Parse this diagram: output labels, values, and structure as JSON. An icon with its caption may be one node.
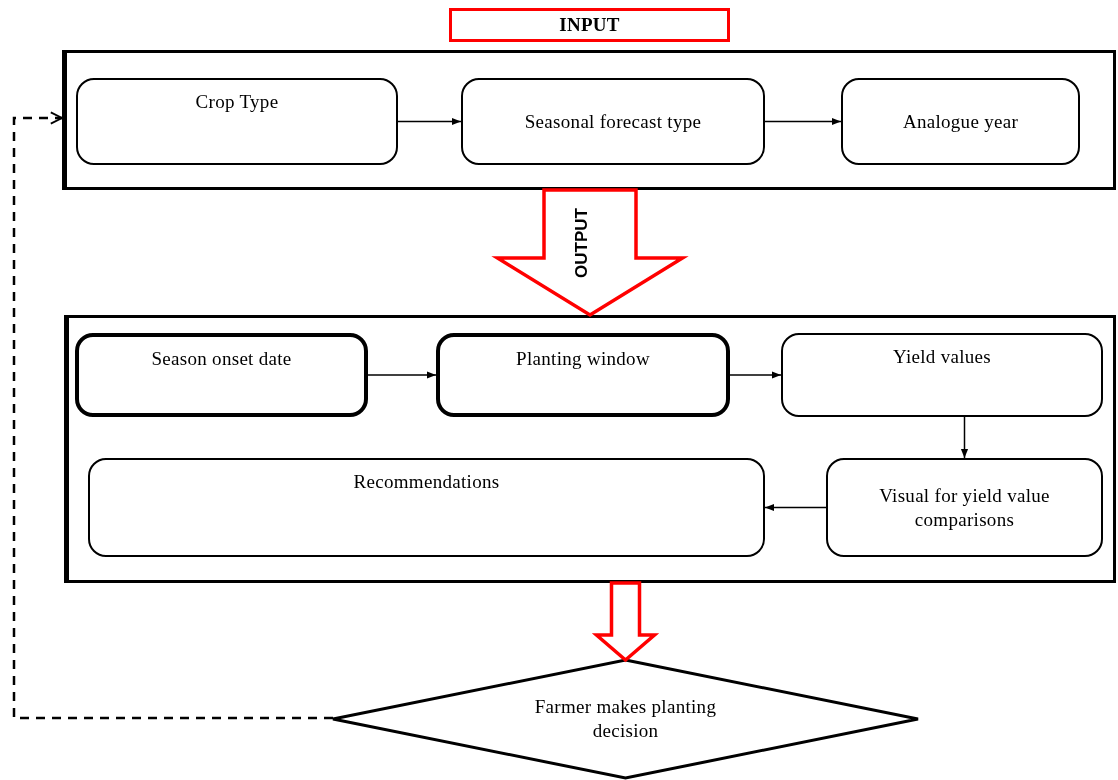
{
  "diagram": {
    "nodes": [
      {
        "text": [
          "INPUT"
        ]
      },
      {
        "text": [],
        "shape": "box"
      },
      {
        "text": [
          "Crop Type"
        ],
        "in": 1
      },
      {
        "text": [
          "Seasonal forecast type"
        ],
        "in": 1
      },
      {
        "text": [
          "Analogue year"
        ],
        "in": 1
      },
      {
        "text": [],
        "shape": "box"
      },
      {
        "text": [
          "Season onset date"
        ],
        "in": 5
      },
      {
        "text": [
          "Planting window"
        ],
        "in": 5
      },
      {
        "text": [
          "Yield values"
        ],
        "in": 5
      },
      {
        "text": [
          "Visual for yield value comparisons"
        ],
        "in": 5
      },
      {
        "text": [
          "Recommendations"
        ],
        "in": 5
      },
      {
        "text": [
          "Farmer makes planting decision"
        ]
      }
    ],
    "edges": [
      {
        "from": 2,
        "to": 3,
        "arrow": "to"
      },
      {
        "from": 3,
        "to": 4,
        "arrow": "to"
      },
      {
        "from": 6,
        "to": 7,
        "arrow": "to"
      },
      {
        "from": 7,
        "to": 8,
        "arrow": "to"
      },
      {
        "from": 8,
        "to": 9,
        "arrow": "to"
      },
      {
        "from": 9,
        "to": 10,
        "arrow": "to"
      },
      {
        "from": 1,
        "to": 5,
        "arrow": "to",
        "label": "OUTPUT",
        "style": "thick",
        "color": "#ff0000"
      },
      {
        "from": 5,
        "to": 11,
        "arrow": "to",
        "style": "thick",
        "color": "#ff0000"
      },
      {
        "from": 11,
        "to": 1,
        "arrow": "to",
        "style": "dashed"
      }
    ]
  }
}
